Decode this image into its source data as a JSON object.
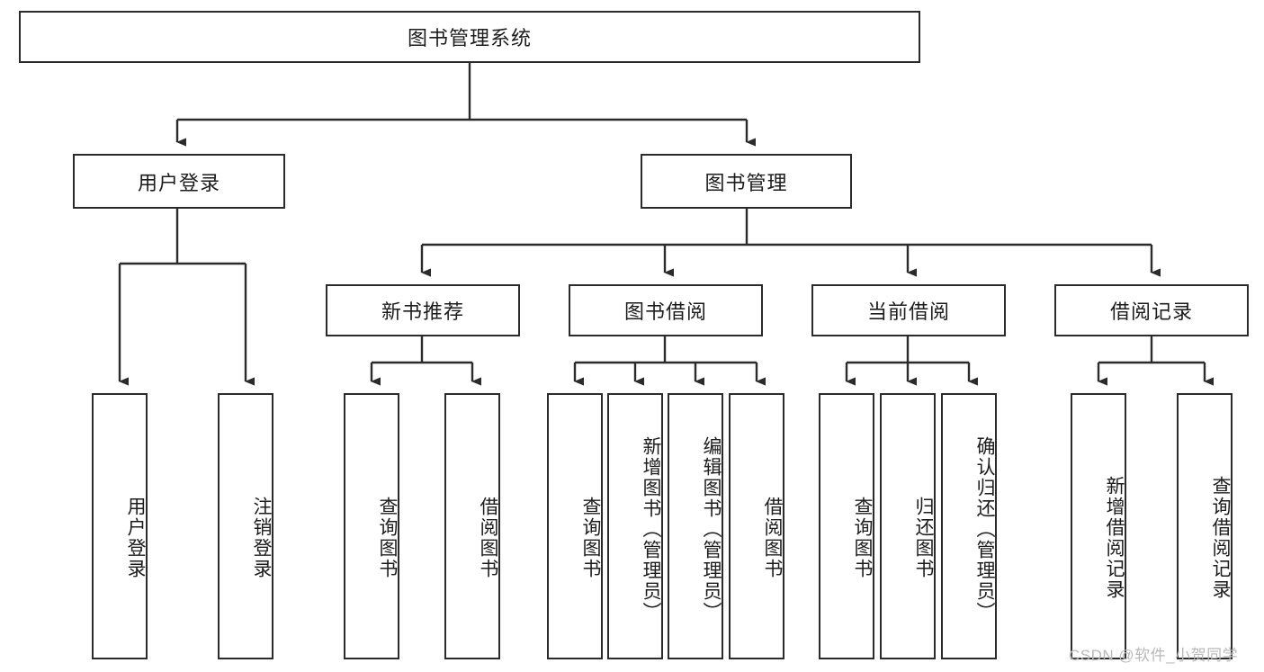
{
  "diagram": {
    "title": "图书管理系统",
    "type": "tree-hierarchy-chart",
    "root": {
      "label": "图书管理系统"
    },
    "level2": [
      {
        "label": "用户登录"
      },
      {
        "label": "图书管理"
      }
    ],
    "level3": [
      {
        "label": "新书推荐"
      },
      {
        "label": "图书借阅"
      },
      {
        "label": "当前借阅"
      },
      {
        "label": "借阅记录"
      }
    ],
    "leaves": {
      "user_login": [
        {
          "label": "用户登录"
        },
        {
          "label": "注销登录"
        }
      ],
      "new_book_recommend": [
        {
          "label": "查询图书"
        },
        {
          "label": "借阅图书"
        }
      ],
      "book_borrow": [
        {
          "label": "查询图书"
        },
        {
          "label": "新增图书（管理员）"
        },
        {
          "label": "编辑图书（管理员）"
        },
        {
          "label": "借阅图书"
        }
      ],
      "current_borrow": [
        {
          "label": "查询图书"
        },
        {
          "label": "归还图书"
        },
        {
          "label": "确认归还（管理员）"
        }
      ],
      "borrow_record": [
        {
          "label": "新增借阅记录"
        },
        {
          "label": "查询借阅记录"
        }
      ]
    }
  },
  "watermark": {
    "text": "CSDN @软件_小贺同学"
  },
  "colors": {
    "stroke": "#2b2b2b",
    "text": "#1c1c1c",
    "background": "#ffffff",
    "watermark": "#b9b9b9"
  }
}
